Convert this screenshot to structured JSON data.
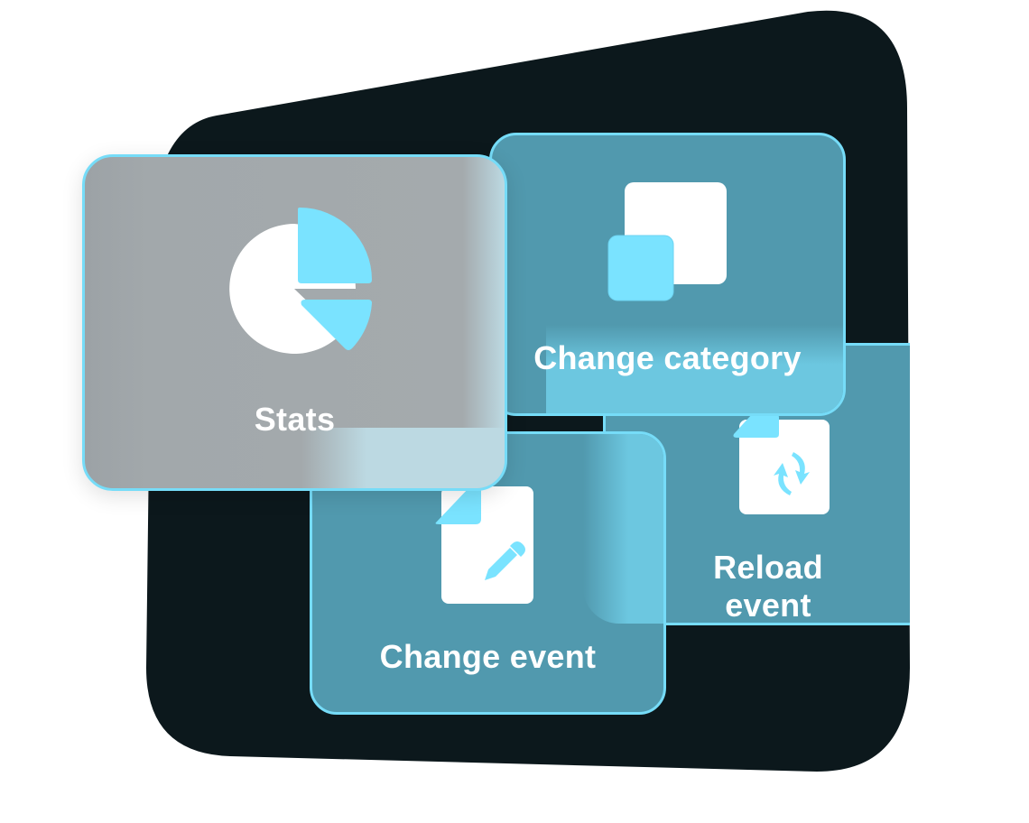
{
  "colors": {
    "background_shape": "#0c181c",
    "card_teal": "#5199ae",
    "card_border": "#76dcf8",
    "accent_icon": "#7ae3ff",
    "icon_white": "#ffffff",
    "stats_card": "#a3a9ac",
    "label_text": "#ffffff"
  },
  "cards": {
    "stats": {
      "label": "Stats",
      "icon": "pie-chart-icon"
    },
    "change_category": {
      "label": "Change category",
      "icon": "overlapping-squares-icon"
    },
    "change_event": {
      "label": "Change event",
      "icon": "document-edit-icon"
    },
    "reload_event": {
      "label": "Reload event",
      "icon": "document-reload-icon"
    }
  }
}
